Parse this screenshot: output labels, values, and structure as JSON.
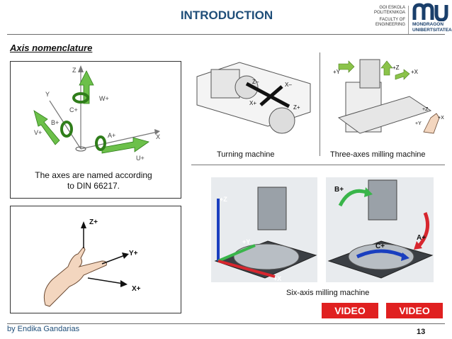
{
  "header": {
    "title": "INTRODUCTION",
    "institution_lines": [
      "GOI ESKOLA",
      "POLITEKNIKOA",
      "FACULTY OF",
      "ENGINEERING"
    ],
    "logo_name_lines": [
      "MONDRAGON",
      "UNIBERTSITATEA"
    ],
    "colors": {
      "title": "#1f4e79",
      "logo": "#1a3f6b"
    }
  },
  "section_title": "Axis nomenclature",
  "axes_diagram": {
    "labels": [
      "Z",
      "Y",
      "W+",
      "C+",
      "B+",
      "V+",
      "A+",
      "X",
      "U+"
    ]
  },
  "axes_note": "The axes are named according to DIN 66217.",
  "hand_diagram": {
    "labels": [
      "Z+",
      "Y+",
      "X+"
    ]
  },
  "turning_machine": {
    "caption": "Turning machine",
    "labels": [
      "Z–",
      "X–",
      "X+",
      "Z+"
    ]
  },
  "three_axes_machine": {
    "caption": "Three-axes milling machine",
    "labels": [
      "+Y",
      "+Z",
      "+X",
      "+Z",
      "+X",
      "+Y"
    ]
  },
  "six_axis_machine": {
    "caption": "Six-axis milling machine",
    "left_labels": [
      "+Z",
      "+Y",
      "+X"
    ],
    "right_labels": [
      "B+",
      "A+",
      "C+"
    ]
  },
  "video_buttons": [
    "VIDEO",
    "VIDEO"
  ],
  "footer": {
    "author": "by Endika Gandarias",
    "page": "13"
  }
}
